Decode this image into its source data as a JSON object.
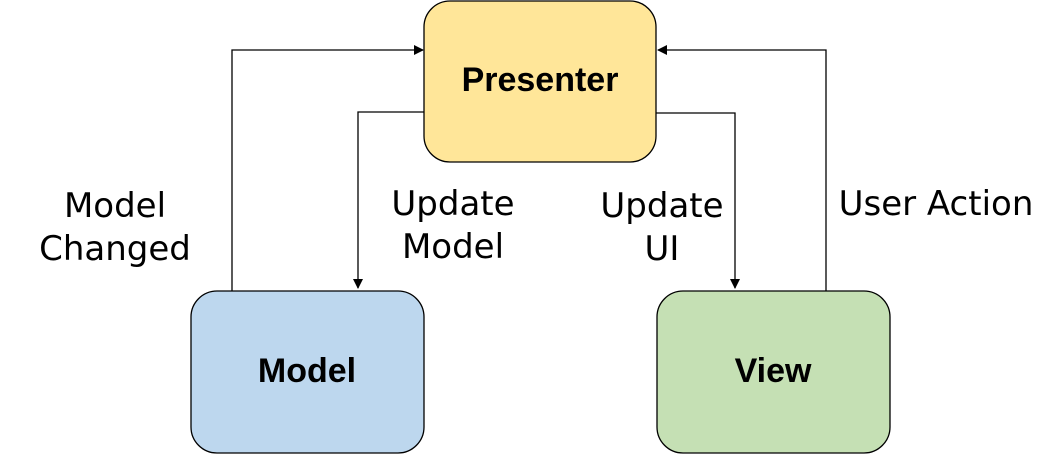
{
  "nodes": {
    "presenter": {
      "label": "Presenter",
      "fill": "#FFE699"
    },
    "model": {
      "label": "Model",
      "fill": "#BDD7EE"
    },
    "view": {
      "label": "View",
      "fill": "#C5E0B4"
    }
  },
  "edges": {
    "model_changed": {
      "line1": "Model",
      "line2": "Changed"
    },
    "update_model": {
      "line1": "Update",
      "line2": "Model"
    },
    "update_ui": {
      "line1": "Update",
      "line2": "UI"
    },
    "user_action": {
      "line1": "User Action"
    }
  },
  "colors": {
    "stroke": "#000000",
    "text": "#000000"
  }
}
